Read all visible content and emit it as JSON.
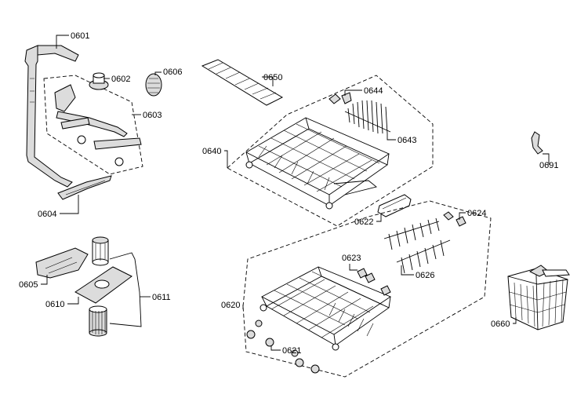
{
  "labels": {
    "p0601": "0601",
    "p0602": "0602",
    "p0603": "0603",
    "p0604": "0604",
    "p0605": "0605",
    "p0606": "0606",
    "p0610": "0610",
    "p0611": "0611",
    "p0620": "0620",
    "p0621": "0621",
    "p0622": "0622",
    "p0623": "0623",
    "p0624": "0624",
    "p0626": "0626",
    "p0640": "0640",
    "p0643": "0643",
    "p0644": "0644",
    "p0650": "0650",
    "p0660": "0660",
    "p0691": "0691"
  }
}
